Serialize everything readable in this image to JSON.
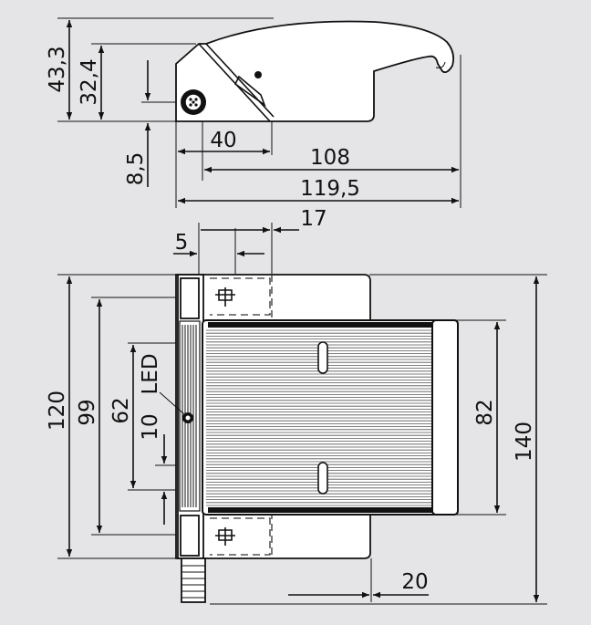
{
  "colors": {
    "background": "#e5e5e7",
    "line": "#111111",
    "part_fill": "#ffffff"
  },
  "side_view": {
    "dim_43_3": "43,3",
    "dim_32_4": "32,4",
    "dim_8_5": "8,5",
    "dim_40": "40",
    "dim_108": "108",
    "dim_119_5": "119,5"
  },
  "front_view": {
    "dim_17": "17",
    "dim_5": "5",
    "dim_120": "120",
    "dim_99": "99",
    "dim_62": "62",
    "dim_led": "LED",
    "dim_10": "10",
    "dim_82": "82",
    "dim_140": "140",
    "dim_20": "20"
  }
}
